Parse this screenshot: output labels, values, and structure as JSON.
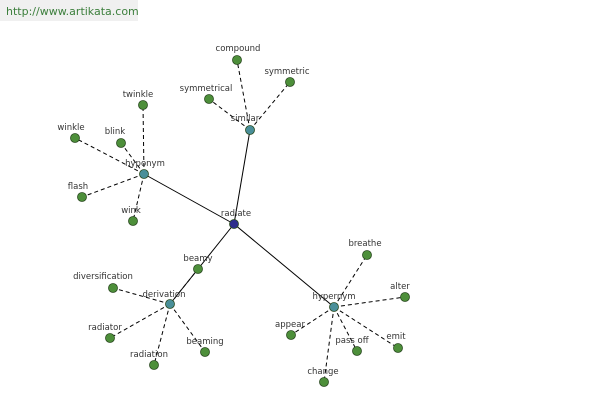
{
  "header": {
    "url": "http://www.artikata.com"
  },
  "colors": {
    "leaf": "#4d8f3a",
    "relation": "#4a8f99",
    "center": "#2e2e8c",
    "edge": "#000000",
    "header_bg": "#f0f0f0",
    "url_text": "#3c7f3c"
  },
  "graph": {
    "center": {
      "id": "radiate",
      "label": "radiate"
    },
    "relations": [
      {
        "id": "similar",
        "label": "similar",
        "words": [
          {
            "id": "compound",
            "label": "compound"
          },
          {
            "id": "symmetric",
            "label": "symmetric"
          },
          {
            "id": "symmetrical",
            "label": "symmetrical"
          }
        ]
      },
      {
        "id": "hyponym",
        "label": "hyponym",
        "words": [
          {
            "id": "twinkle",
            "label": "twinkle"
          },
          {
            "id": "winkle",
            "label": "winkle"
          },
          {
            "id": "blink",
            "label": "blink"
          },
          {
            "id": "flash",
            "label": "flash"
          },
          {
            "id": "wink",
            "label": "wink"
          }
        ]
      },
      {
        "id": "derivation",
        "label": "derivation",
        "words": [
          {
            "id": "beamy",
            "label": "beamy"
          },
          {
            "id": "diversification",
            "label": "diversification"
          },
          {
            "id": "radiator",
            "label": "radiator"
          },
          {
            "id": "radiation",
            "label": "radiation"
          },
          {
            "id": "beaming",
            "label": "beaming"
          }
        ]
      },
      {
        "id": "hypernym",
        "label": "hypernym",
        "words": [
          {
            "id": "breathe",
            "label": "breathe"
          },
          {
            "id": "alter",
            "label": "alter"
          },
          {
            "id": "appear",
            "label": "appear"
          },
          {
            "id": "pass_off",
            "label": "pass off"
          },
          {
            "id": "emit",
            "label": "emit"
          },
          {
            "id": "change",
            "label": "change"
          }
        ]
      }
    ]
  }
}
